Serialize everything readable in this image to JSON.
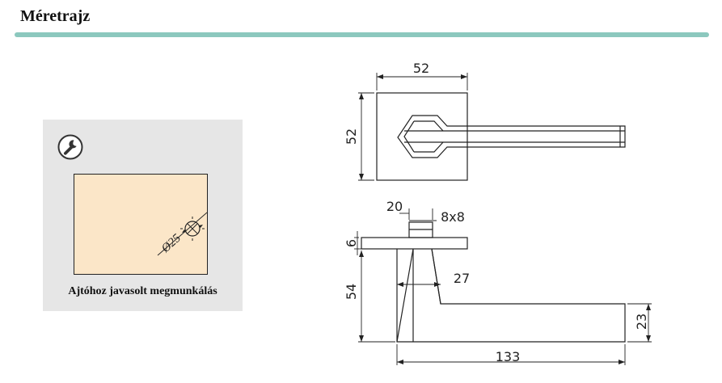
{
  "page": {
    "title": "Méretrajz",
    "accent_color": "#8cc8be"
  },
  "tip": {
    "icon": "wrench-icon",
    "caption": "Ajtóhoz javasolt megmunkálás",
    "bore_label": "Ø25",
    "panel_color": "#e6e6e6",
    "sample_color": "#fbe6c8"
  },
  "dimensions": {
    "top_width": "52",
    "top_height": "52",
    "rose_thickness": "6",
    "spindle_offset": "20",
    "spindle_size": "8x8",
    "handle_height": "54",
    "neck_width": "27",
    "lever_height": "23",
    "lever_length": "133"
  }
}
